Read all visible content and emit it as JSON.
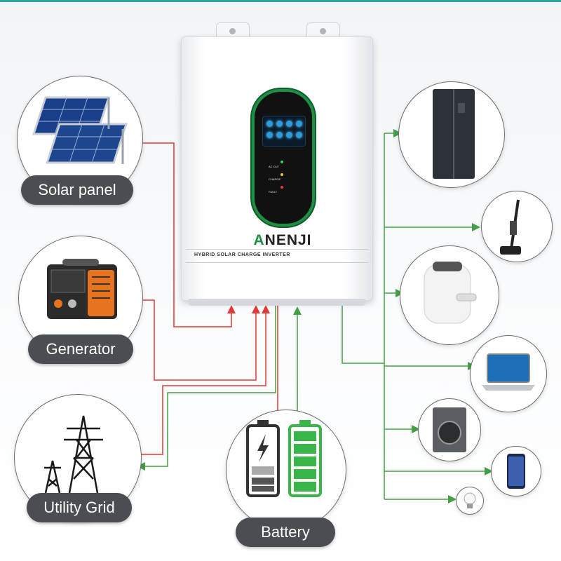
{
  "product": {
    "brand": "ANENJI",
    "model_label": "HYBRID SOLAR CHARGE INVERTER",
    "indicators": [
      "AC OUT",
      "CHARGE",
      "FAULT"
    ]
  },
  "sources": [
    {
      "label": "Solar panel",
      "icon": "solar-panel-icon"
    },
    {
      "label": "Generator",
      "icon": "generator-icon"
    },
    {
      "label": "Utility Grid",
      "icon": "power-tower-icon"
    }
  ],
  "storage": {
    "label": "Battery",
    "icon": "battery-icon"
  },
  "loads": [
    {
      "icon": "refrigerator-icon"
    },
    {
      "icon": "vacuum-cleaner-icon"
    },
    {
      "icon": "air-fryer-icon"
    },
    {
      "icon": "laptop-icon"
    },
    {
      "icon": "washing-machine-icon"
    },
    {
      "icon": "smartphone-icon"
    },
    {
      "icon": "light-bulb-icon"
    }
  ],
  "colors": {
    "input_line": "#e53935",
    "output_line": "#43a047",
    "accent": "#1f8f45",
    "label_bg": "#4a4d51"
  }
}
